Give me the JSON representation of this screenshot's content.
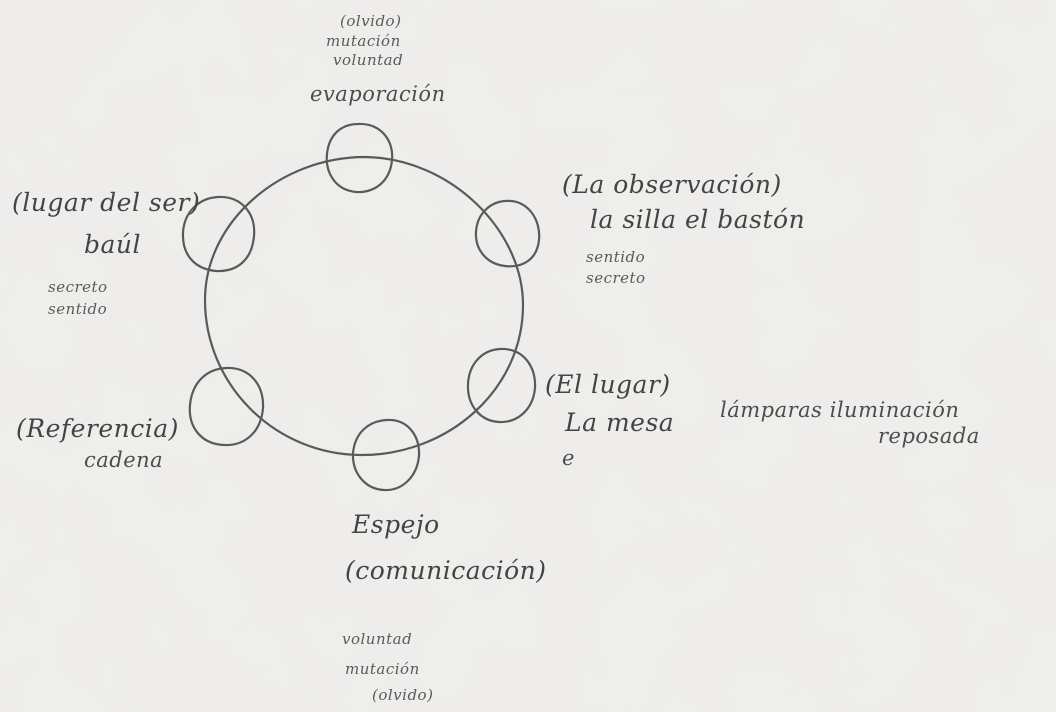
{
  "top": {
    "note_1": "(olvido)",
    "note_2": "mutación",
    "note_3": "voluntad",
    "label": "evaporación"
  },
  "upper_right": {
    "title": "(La observación)",
    "objects": "la silla   el bastón",
    "note_1": "sentido",
    "note_2": "secreto"
  },
  "upper_left": {
    "title": "(lugar del ser)",
    "label": "baúl",
    "note_1": "secreto",
    "note_2": "sentido"
  },
  "lower_right": {
    "title": "(El lugar)",
    "line": "La mesa",
    "extra": "e",
    "words": "lámparas   iluminación",
    "note": "reposada"
  },
  "lower_left": {
    "title": "(Referencia)",
    "label": "cadena"
  },
  "bottom": {
    "label": "Espejo",
    "subtitle": "(comunicación)",
    "note_1": "voluntad",
    "note_2": "mutación",
    "note_3": "(olvido)"
  },
  "colors": {
    "paper": "#ecebe8",
    "pencil": "#4a4a4a"
  }
}
